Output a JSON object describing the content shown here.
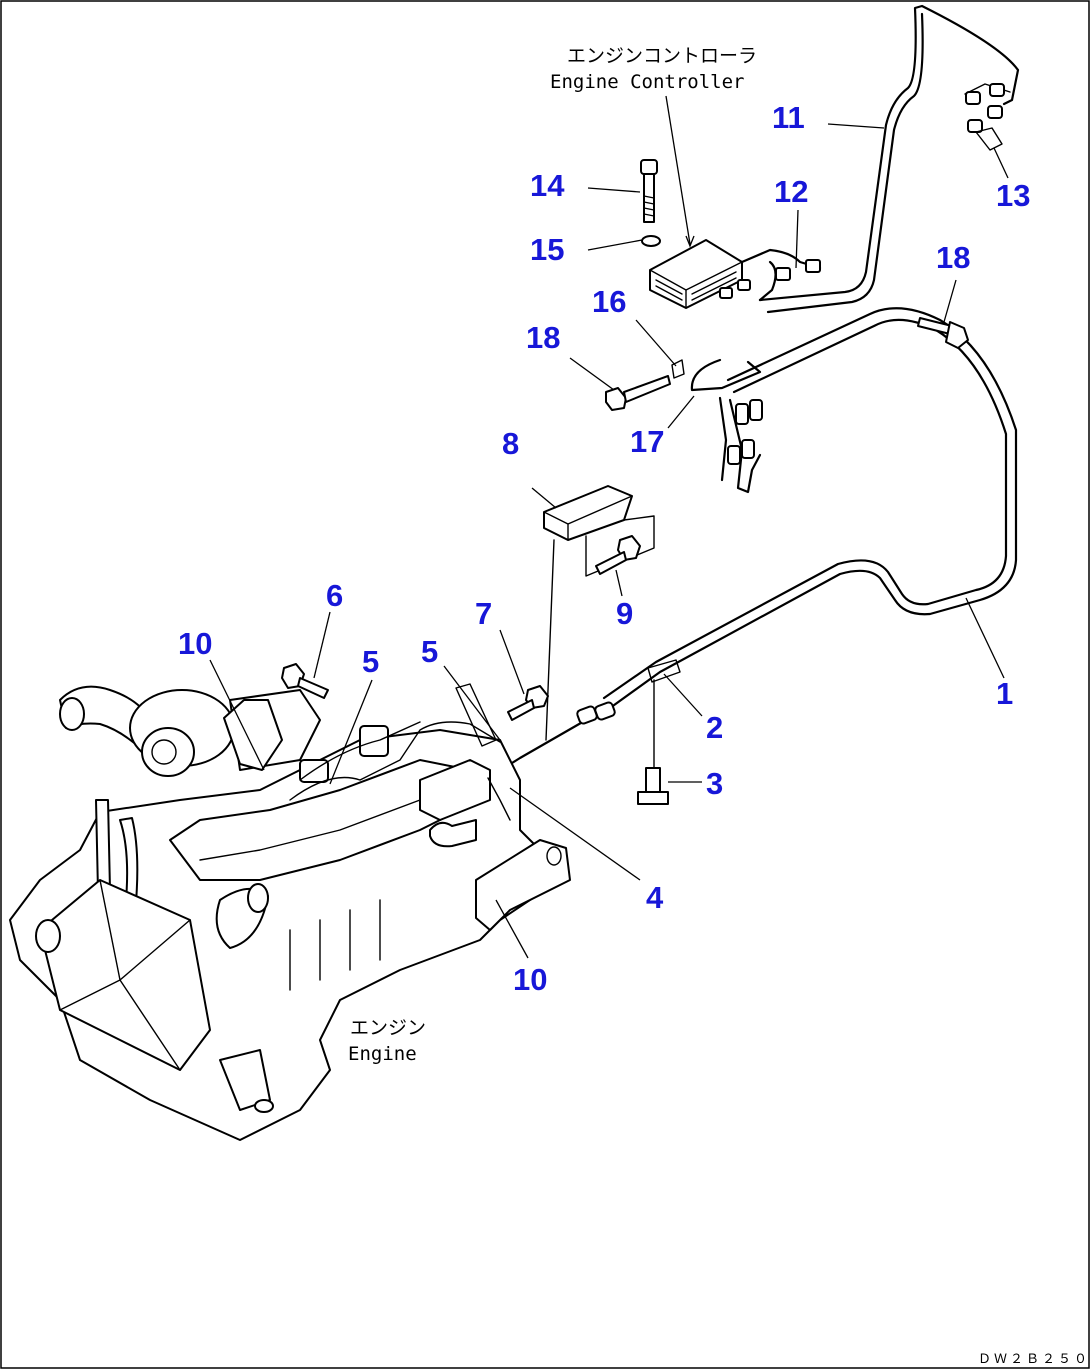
{
  "labels": {
    "engine_controller_jp": "エンジンコントローラ",
    "engine_controller_en": "Engine Controller",
    "engine_jp": "エンジン",
    "engine_en": "Engine",
    "drawing_code": "ＤＷ２Ｂ２５０"
  },
  "callouts": [
    "1",
    "2",
    "3",
    "4",
    "5",
    "5",
    "6",
    "7",
    "8",
    "9",
    "10",
    "10",
    "11",
    "12",
    "13",
    "14",
    "15",
    "16",
    "17",
    "18",
    "18"
  ]
}
